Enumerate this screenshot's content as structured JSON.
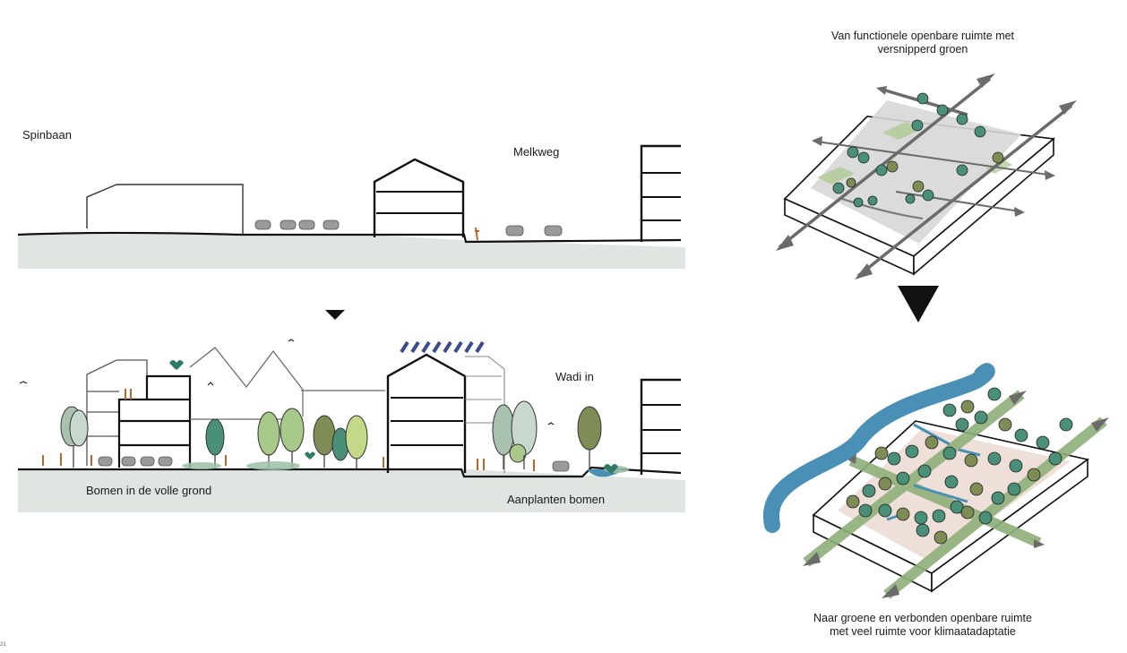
{
  "top_section": {
    "label_left": "Spinbaan",
    "label_right": "Melkweg"
  },
  "bottom_section": {
    "label_wadi": "Wadi in",
    "label_trees": "Bomen in de volle grond",
    "label_planting": "Aanplanten bomen"
  },
  "right_panel": {
    "caption_top_line1": "Van functionele openbare ruimte met",
    "caption_top_line2": "versnipperd groen",
    "caption_bottom_line1": "Naar groene en verbonden openbare ruimte",
    "caption_bottom_line2": "met veel ruimte voor klimaatadaptatie"
  },
  "page_number": "21",
  "colors": {
    "ground": "#dfe6e2",
    "tree_dark": "#4a8f78",
    "tree_light": "#a9c98a",
    "tree_olive": "#7d8d55",
    "person": "#c0652a",
    "water": "#4a8fb5",
    "green_strip": "#8fb07a",
    "solar": "#3a4a8a",
    "arrow": "#6b6b6b"
  },
  "icons": [
    "arrow-down-icon",
    "arrow-down-icon"
  ]
}
